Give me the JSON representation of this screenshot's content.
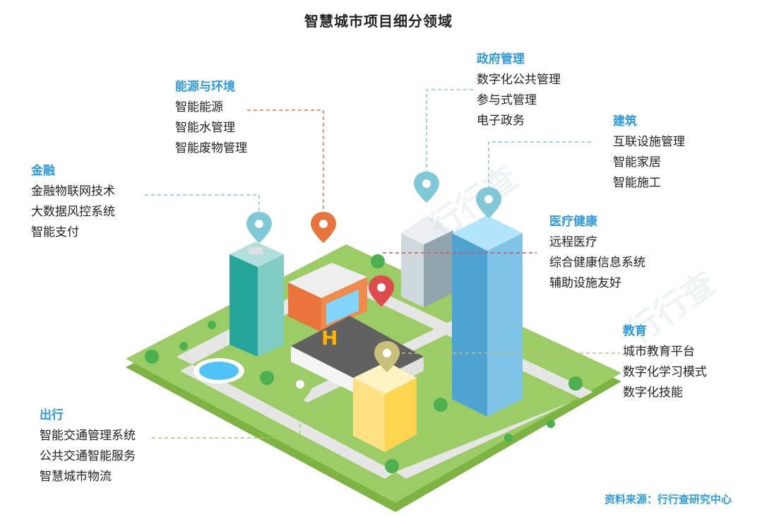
{
  "title": "智慧城市项目细分领域",
  "source": "资料来源：行行查研究中心",
  "watermark": "行行查",
  "colors": {
    "accent": "#2e9be0",
    "line_teal": "#7fc9d6",
    "line_orange": "#e8743b",
    "line_red": "#e04b4b",
    "line_olive": "#c9c07a",
    "line_green": "#9ccc65"
  },
  "categories": [
    {
      "id": "energy",
      "title": "能源与环境",
      "items": [
        "智能能源",
        "智能水管理",
        "智能废物管理"
      ]
    },
    {
      "id": "gov",
      "title": "政府管理",
      "items": [
        "数字化公共管理",
        "参与式管理",
        "电子政务"
      ]
    },
    {
      "id": "building",
      "title": "建筑",
      "items": [
        "互联设施管理",
        "智能家居",
        "智能施工"
      ]
    },
    {
      "id": "finance",
      "title": "金融",
      "items": [
        "金融物联网技术",
        "大数据风控系统",
        "智能支付"
      ]
    },
    {
      "id": "health",
      "title": "医疗健康",
      "items": [
        "远程医疗",
        "综合健康信息系统",
        "辅助设施友好"
      ]
    },
    {
      "id": "edu",
      "title": "教育",
      "items": [
        "城市教育平台",
        "数字化学习模式",
        "数字化技能"
      ]
    },
    {
      "id": "transport",
      "title": "出行",
      "items": [
        "智能交通管理系统",
        "公共交通智能服务",
        "智慧城市物流"
      ]
    }
  ]
}
